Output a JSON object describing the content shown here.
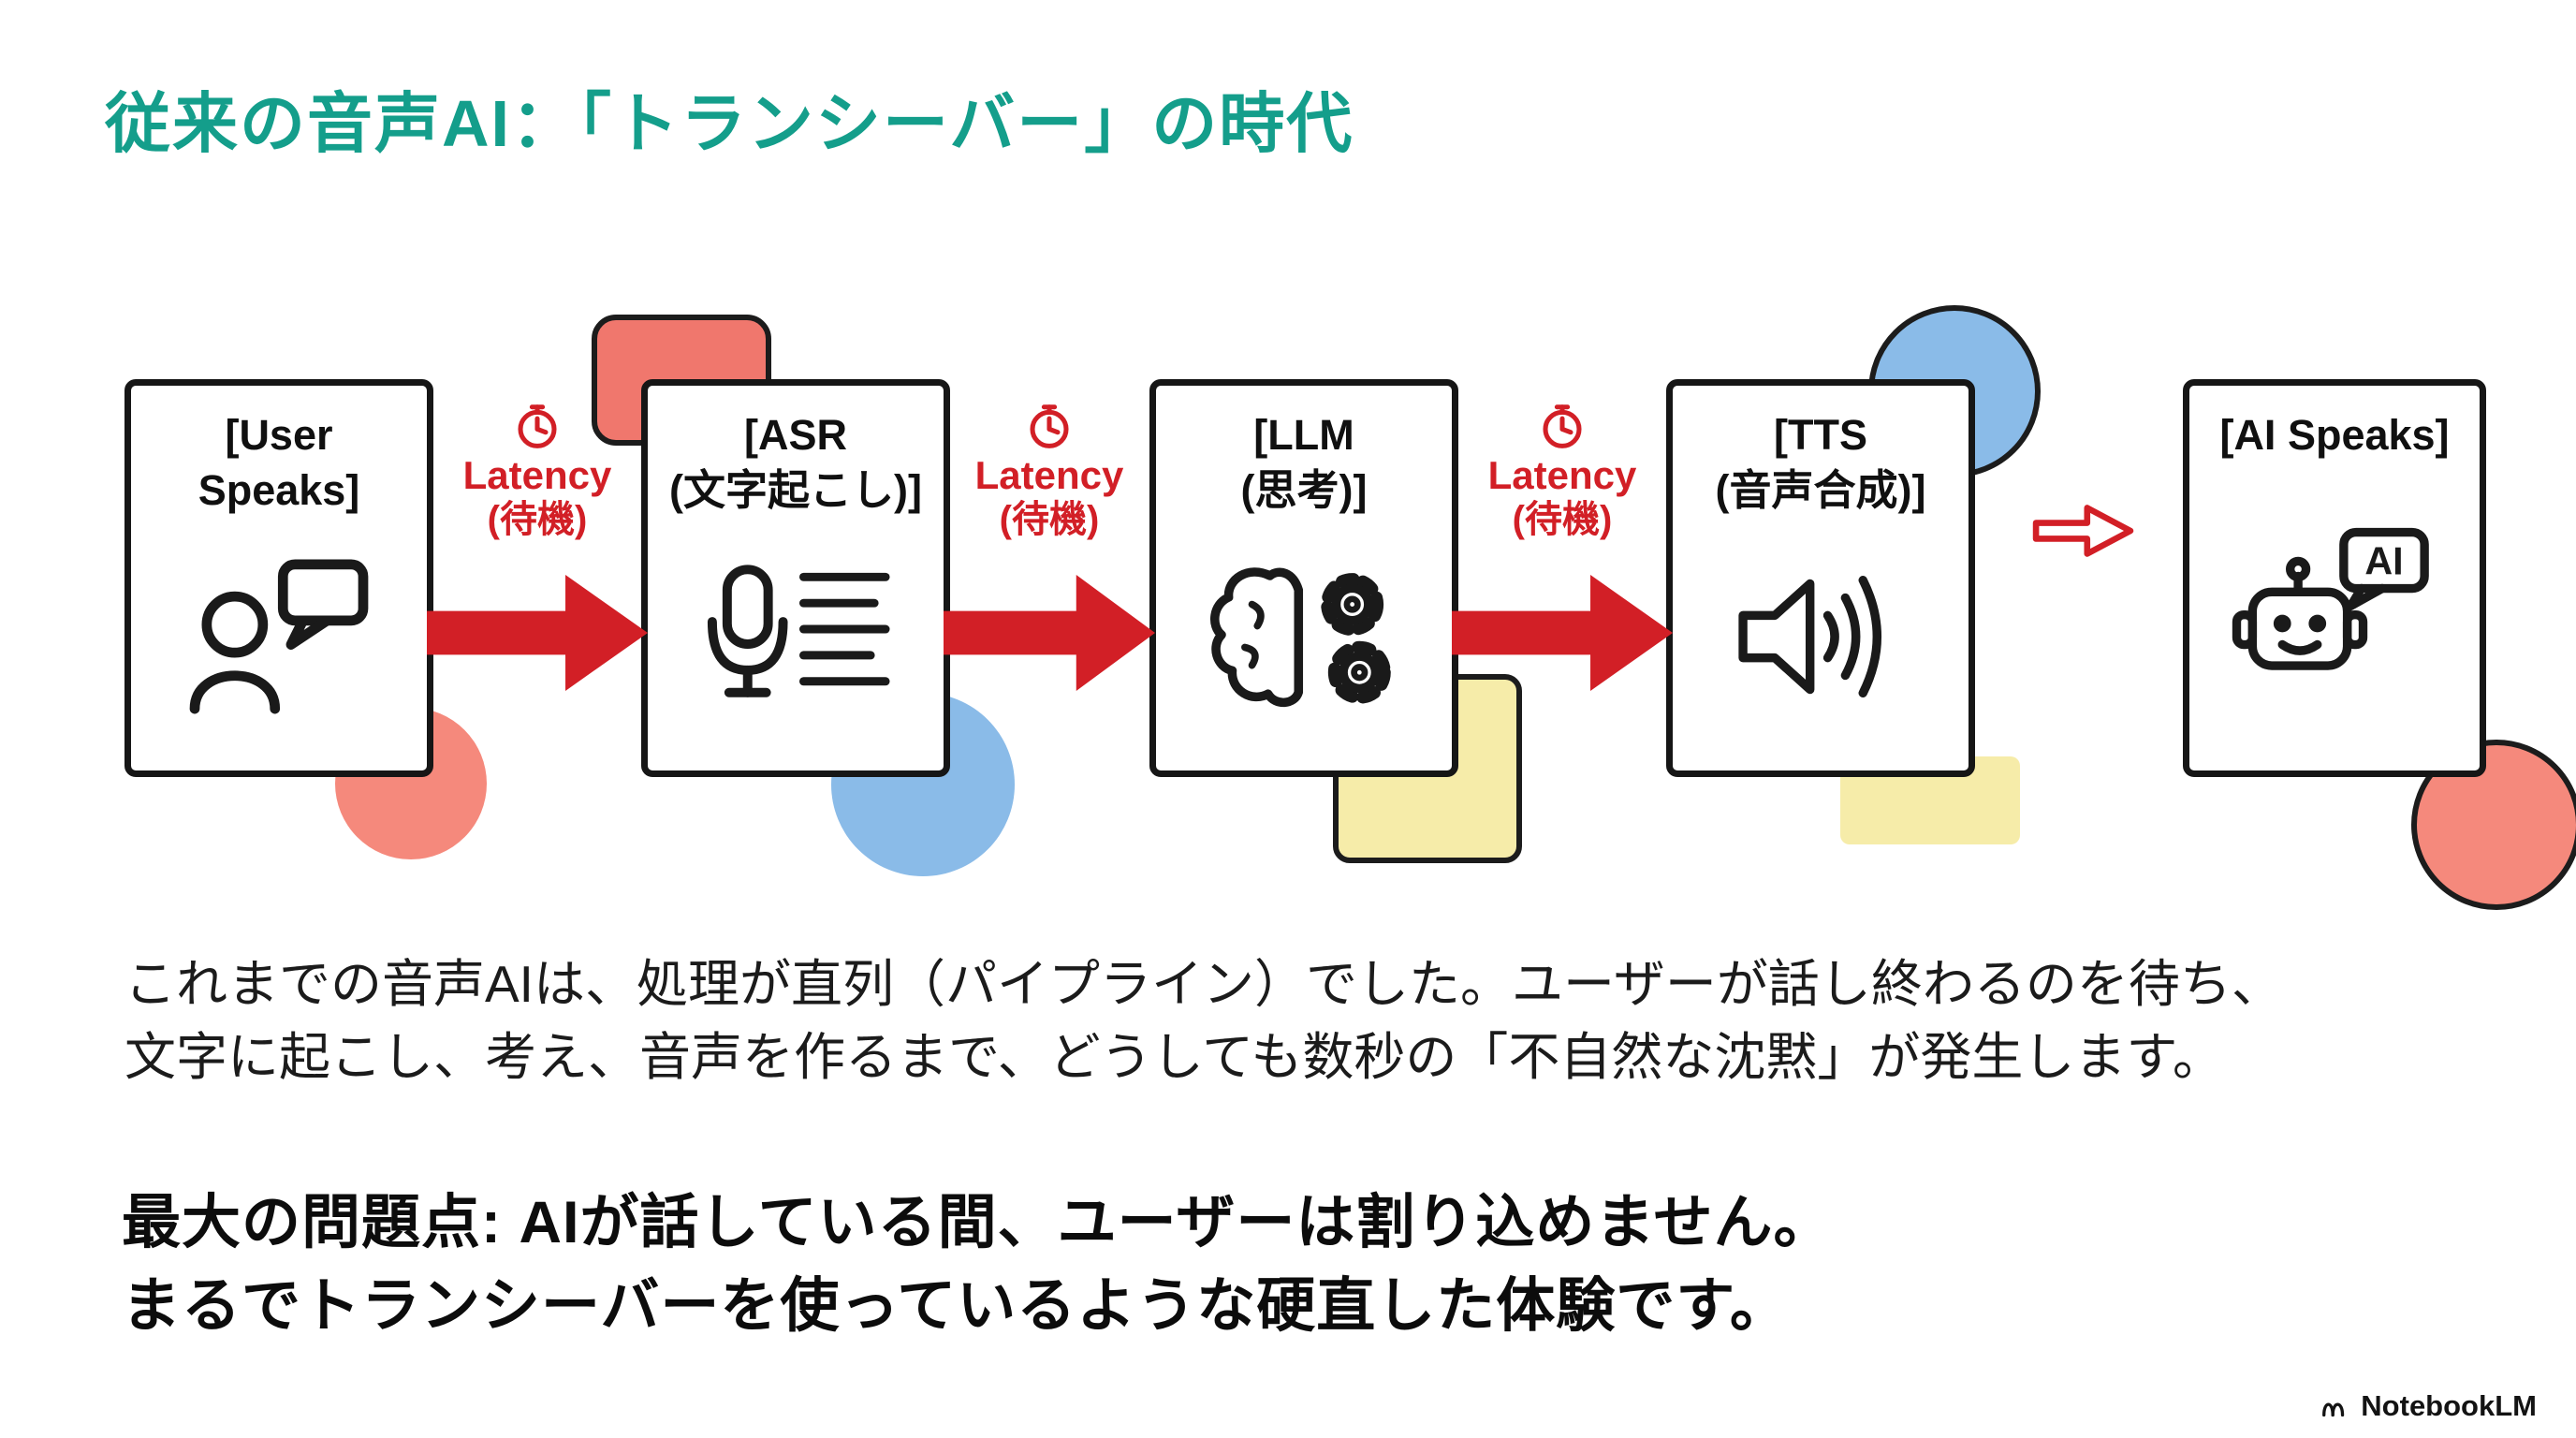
{
  "title": "従来の音声AI：「トランシーバー」の時代",
  "pipeline": {
    "boxes": [
      {
        "line1": "[User",
        "line2": "Speaks]"
      },
      {
        "line1": "[ASR",
        "line2": "(文字起こし)]"
      },
      {
        "line1": "[LLM",
        "line2": "(思考)]"
      },
      {
        "line1": "[TTS",
        "line2": "(音声合成)]"
      },
      {
        "line1": "[AI Speaks]",
        "line2": ""
      }
    ],
    "latency": {
      "label": "Latency",
      "sub": "(待機)"
    },
    "robot_bubble": "AI"
  },
  "body": {
    "line1": "これまでの音声AIは、処理が直列（パイプライン）でした。ユーザーが話し終わるのを待ち、",
    "line2": "文字に起こし、考え、音声を作るまで、どうしても数秒の「不自然な沈黙」が発生します。"
  },
  "problem": {
    "line1": "最大の問題点: AIが話している間、ユーザーは割り込めません。",
    "line2": "まるでトランシーバーを使っているような硬直した体験です。"
  },
  "footer": {
    "brand": "NotebookLM"
  },
  "colors": {
    "title_teal": "#149e8b",
    "arrow_red": "#d21f26",
    "decor_salmon": "#f5897c",
    "decor_blue": "#8abbe8",
    "decor_yellow": "#f6eca9",
    "ink": "#1a1a1a"
  }
}
